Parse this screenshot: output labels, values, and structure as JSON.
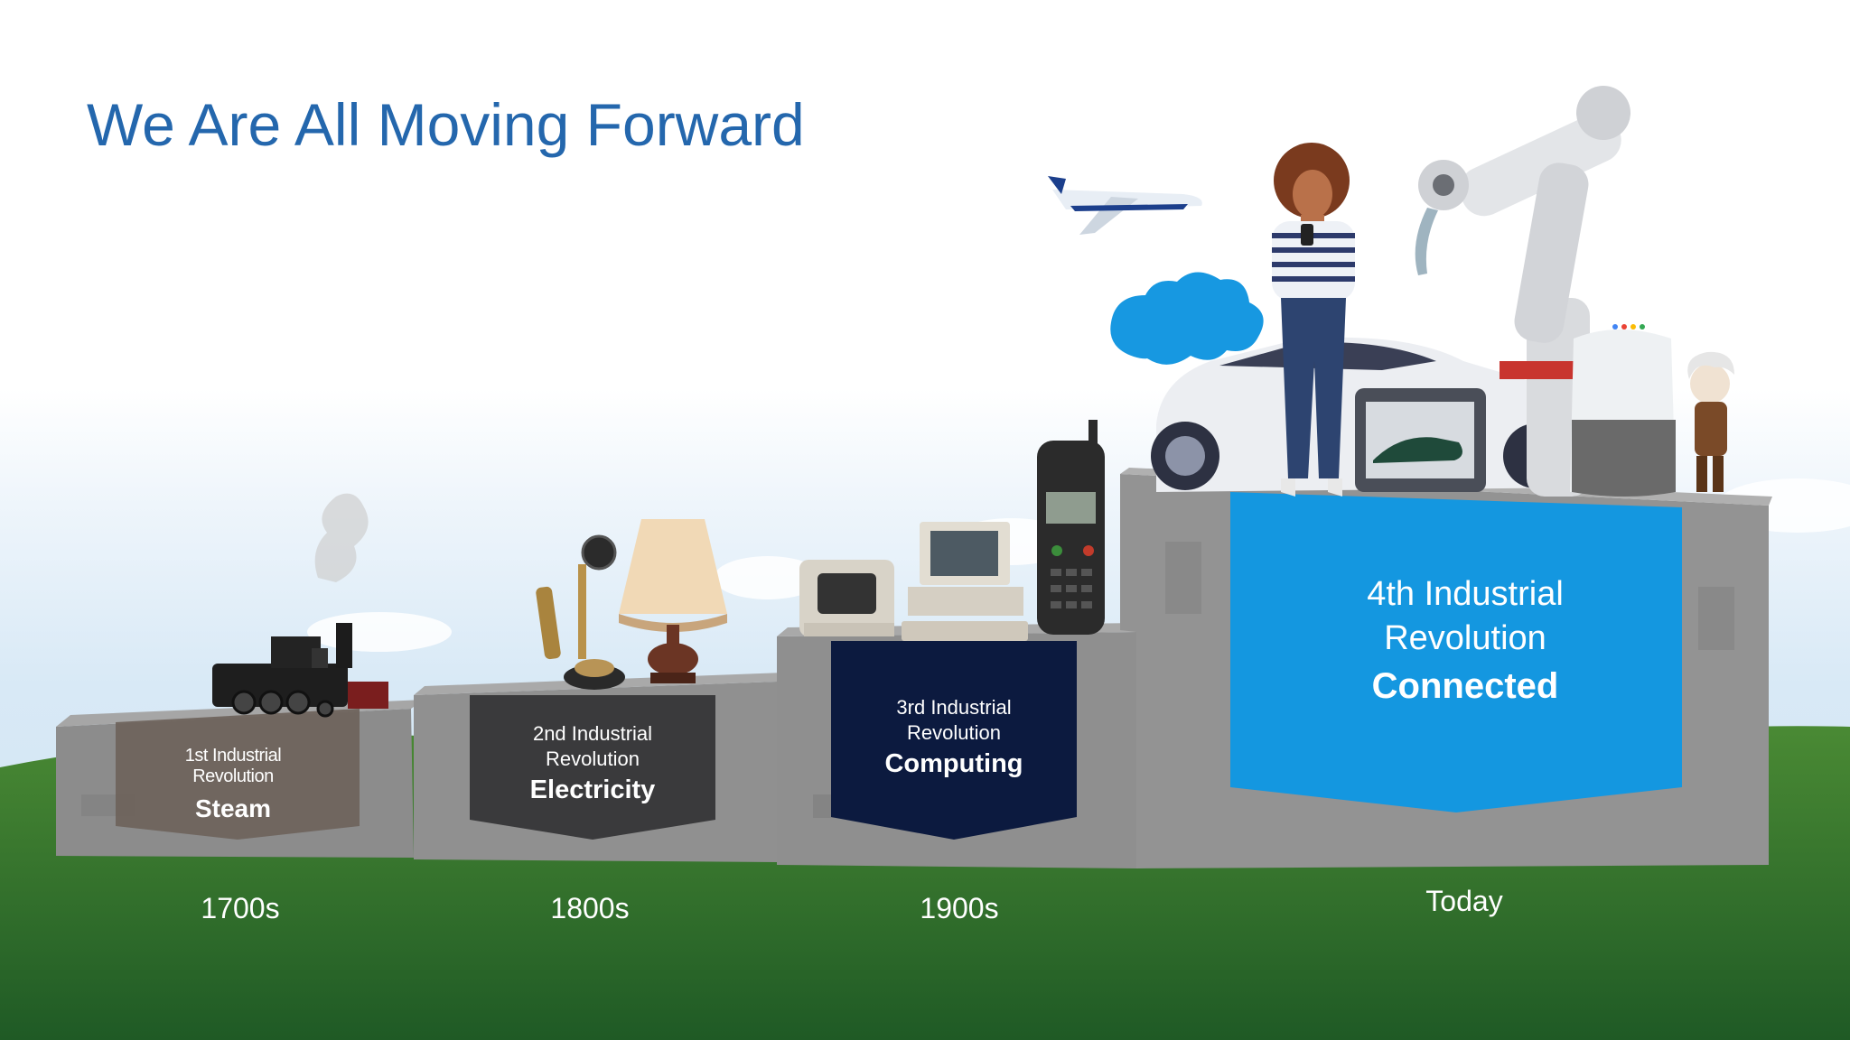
{
  "slide": {
    "title": "We Are All Moving Forward"
  },
  "revolutions": [
    {
      "line1": "1st Industrial",
      "line2": "Revolution",
      "name": "Steam",
      "era": "1700s",
      "banner_color": "#6d625a"
    },
    {
      "line1": "2nd Industrial",
      "line2": "Revolution",
      "name": "Electricity",
      "era": "1800s",
      "banner_color": "#3a3a3c"
    },
    {
      "line1": "3rd Industrial",
      "line2": "Revolution",
      "name": "Computing",
      "era": "1900s",
      "banner_color": "#0c1a3f"
    },
    {
      "line1": "4th Industrial",
      "line2": "Revolution",
      "name": "Connected",
      "era": "Today",
      "banner_color": "#1497e0"
    }
  ],
  "colors": {
    "title": "#2467ad",
    "grass": "#3a7a2e",
    "stone": "#8e8e8e",
    "cloud": "#1798e1"
  },
  "icons": [
    "steam-locomotive-icon",
    "candlestick-telephone-icon",
    "table-lamp-icon",
    "vintage-computer-icon",
    "desktop-pc-icon",
    "mobile-phone-icon",
    "airplane-icon",
    "cloud-logo-icon",
    "woman-with-phone-illustration",
    "car-icon",
    "sneaker-3d-printer-icon",
    "robot-arm-icon",
    "smart-speaker-icon",
    "einstein-mascot-icon"
  ]
}
